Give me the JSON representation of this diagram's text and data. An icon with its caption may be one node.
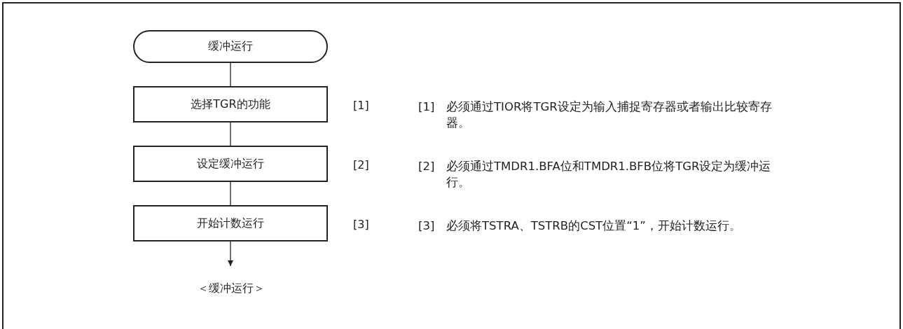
{
  "diagram": {
    "nodes": [
      {
        "text": [
          "缓冲运行"
        ]
      },
      {
        "text": [
          "选择TGR的功能"
        ],
        "beside": [
          "[1]"
        ]
      },
      {
        "text": [
          "设定缓冲运行"
        ],
        "beside": [
          "[2]"
        ]
      },
      {
        "text": [
          "开始计数运行"
        ],
        "beside": [
          "[3]"
        ]
      },
      {
        "text": [
          "＜缓冲运行＞"
        ]
      }
    ],
    "edges": [
      {
        "from": 0,
        "to": 1,
        "arrow": "none"
      },
      {
        "from": 1,
        "to": 2,
        "arrow": "none"
      },
      {
        "from": 2,
        "to": 3,
        "arrow": "none"
      },
      {
        "from": 3,
        "to": 4,
        "arrow": "to"
      }
    ],
    "labels": [
      "[1]",
      "必须通过TIOR将TGR设定为输入捕捉寄存器或者输出比较寄存器。",
      "[2]",
      "必须通过TMDR1.BFA位和TMDR1.BFB位将TGR设定为缓冲运行。",
      "[3]",
      "必须将TSTRA、TSTRB的CST位置“1”，开始计数运行。"
    ]
  }
}
